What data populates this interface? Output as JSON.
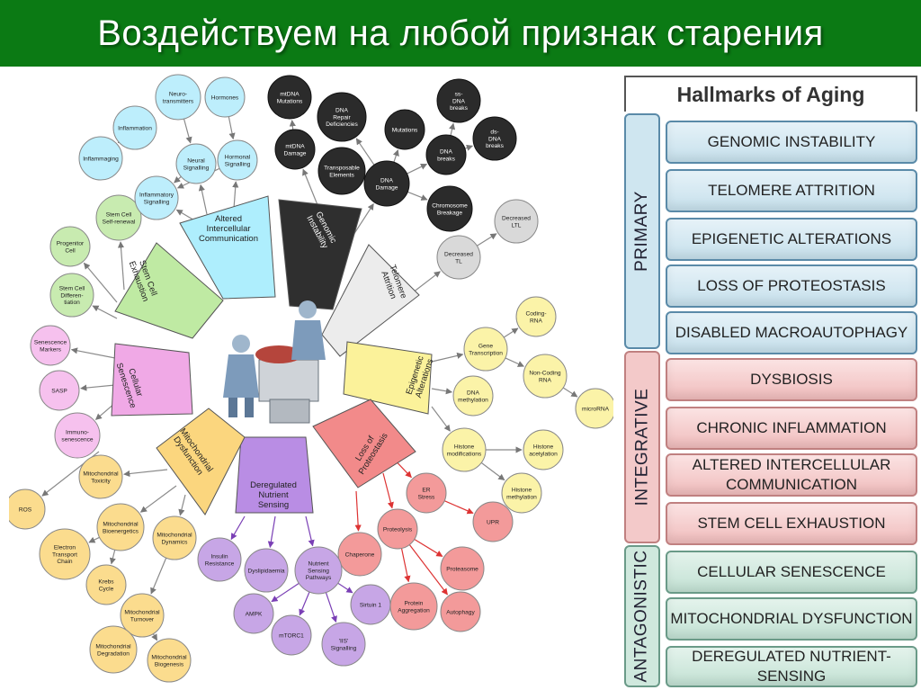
{
  "title": "Воздействуем на любой признак старения",
  "diagram": {
    "segments": [
      {
        "id": "genomic",
        "label": [
          "Genomic",
          "Instability"
        ]
      },
      {
        "id": "telomere",
        "label": [
          "Telomere",
          "Attrition"
        ]
      },
      {
        "id": "epigenetic",
        "label": [
          "Epigenetic",
          "Alterations"
        ]
      },
      {
        "id": "proteostasis",
        "label": [
          "Loss of",
          "Proteostasis"
        ]
      },
      {
        "id": "nutrient",
        "label": [
          "Deregulated",
          "Nutrient",
          "Sensing"
        ]
      },
      {
        "id": "mito",
        "label": [
          "Mitochondrial",
          "Dysfunction"
        ]
      },
      {
        "id": "senescence",
        "label": [
          "Cellular",
          "Senescence"
        ]
      },
      {
        "id": "stemcell",
        "label": [
          "Stem Cell",
          "Exhaustion"
        ]
      },
      {
        "id": "intercellular",
        "label": [
          "Altered",
          "Intercellular",
          "Communication"
        ]
      }
    ],
    "nodes": [
      {
        "label": [
          "mtDNA",
          "Mutations"
        ],
        "color": "#2b2b2b"
      },
      {
        "label": [
          "mtDNA",
          "Damage"
        ],
        "color": "#2b2b2b"
      },
      {
        "label": [
          "DNA",
          "Repair",
          "Deficiencies"
        ],
        "color": "#2b2b2b"
      },
      {
        "label": [
          "Mutations"
        ],
        "color": "#2b2b2b"
      },
      {
        "label": [
          "ss-",
          "DNA",
          "breaks"
        ],
        "color": "#2b2b2b"
      },
      {
        "label": [
          "ds-",
          "DNA",
          "breaks"
        ],
        "color": "#2b2b2b"
      },
      {
        "label": [
          "DNA",
          "breaks"
        ],
        "color": "#2b2b2b"
      },
      {
        "label": [
          "Transposable",
          "Elements"
        ],
        "color": "#2b2b2b"
      },
      {
        "label": [
          "DNA",
          "Damage"
        ],
        "color": "#2b2b2b"
      },
      {
        "label": [
          "Chromosome",
          "Breakage"
        ],
        "color": "#2b2b2b"
      },
      {
        "label": [
          "Decreased",
          "LTL"
        ],
        "color": "#d9d9d9"
      },
      {
        "label": [
          "Decreased",
          "TL"
        ],
        "color": "#d9d9d9"
      },
      {
        "label": [
          "Coding-",
          "RNA"
        ],
        "color": "#fbf3a8"
      },
      {
        "label": [
          "Gene",
          "Transcription"
        ],
        "color": "#fbf3a8"
      },
      {
        "label": [
          "Non-Coding",
          "RNA"
        ],
        "color": "#fbf3a8"
      },
      {
        "label": [
          "DNA",
          "methylation"
        ],
        "color": "#fbf3a8"
      },
      {
        "label": [
          "microRNA"
        ],
        "color": "#fbf3a8"
      },
      {
        "label": [
          "Histone",
          "modifications"
        ],
        "color": "#fbf3a8"
      },
      {
        "label": [
          "Histone",
          "acetylation"
        ],
        "color": "#fbf3a8"
      },
      {
        "label": [
          "Histone",
          "methylation"
        ],
        "color": "#fbf3a8"
      },
      {
        "label": [
          "ER",
          "Stress"
        ],
        "color": "#f39a9a"
      },
      {
        "label": [
          "UPR"
        ],
        "color": "#f39a9a"
      },
      {
        "label": [
          "Proteolysis"
        ],
        "color": "#f39a9a"
      },
      {
        "label": [
          "Chaperone"
        ],
        "color": "#f39a9a"
      },
      {
        "label": [
          "Proteasome"
        ],
        "color": "#f39a9a"
      },
      {
        "label": [
          "Protein",
          "Aggregation"
        ],
        "color": "#f39a9a"
      },
      {
        "label": [
          "Autophagy"
        ],
        "color": "#f39a9a"
      },
      {
        "label": [
          "Insulin",
          "Resistance"
        ],
        "color": "#c7a6e6"
      },
      {
        "label": [
          "Dyslipidaemia"
        ],
        "color": "#c7a6e6"
      },
      {
        "label": [
          "Nutrient",
          "Sensing",
          "Pathways"
        ],
        "color": "#c7a6e6"
      },
      {
        "label": [
          "Sirtuin 1"
        ],
        "color": "#c7a6e6"
      },
      {
        "label": [
          "AMPK"
        ],
        "color": "#c7a6e6"
      },
      {
        "label": [
          "mTORC1"
        ],
        "color": "#c7a6e6"
      },
      {
        "label": [
          "'IIS'",
          "Signalling"
        ],
        "color": "#c7a6e6"
      },
      {
        "label": [
          "Mitochondrial",
          "Toxicity"
        ],
        "color": "#fbdc8e"
      },
      {
        "label": [
          "ROS"
        ],
        "color": "#fbdc8e"
      },
      {
        "label": [
          "Mitochondrial",
          "Bioenergetics"
        ],
        "color": "#fbdc8e"
      },
      {
        "label": [
          "Mitochondrial",
          "Dynamics"
        ],
        "color": "#fbdc8e"
      },
      {
        "label": [
          "Electron",
          "Transport",
          "Chain"
        ],
        "color": "#fbdc8e"
      },
      {
        "label": [
          "Krebs",
          "Cycle"
        ],
        "color": "#fbdc8e"
      },
      {
        "label": [
          "Mitochondrial",
          "Turnover"
        ],
        "color": "#fbdc8e"
      },
      {
        "label": [
          "Mitochondrial",
          "Degradation"
        ],
        "color": "#fbdc8e"
      },
      {
        "label": [
          "Mitochondrial",
          "Biogenesis"
        ],
        "color": "#fbdc8e"
      },
      {
        "label": [
          "Senescence",
          "Markers"
        ],
        "color": "#f6c1ee"
      },
      {
        "label": [
          "SASP"
        ],
        "color": "#f6c1ee"
      },
      {
        "label": [
          "Immuno-",
          "senescence"
        ],
        "color": "#f6c1ee"
      },
      {
        "label": [
          "Stem Cell",
          "Self-renewal"
        ],
        "color": "#c8ebb0"
      },
      {
        "label": [
          "Progenitor",
          "Cell"
        ],
        "color": "#c8ebb0"
      },
      {
        "label": [
          "Stem Cell",
          "Differen-",
          "tiation"
        ],
        "color": "#c8ebb0"
      },
      {
        "label": [
          "Inflammation"
        ],
        "color": "#bdeefc"
      },
      {
        "label": [
          "Inflammaging"
        ],
        "color": "#bdeefc"
      },
      {
        "label": [
          "Neuro-",
          "transmitters"
        ],
        "color": "#bdeefc"
      },
      {
        "label": [
          "Hormones"
        ],
        "color": "#bdeefc"
      },
      {
        "label": [
          "Neural",
          "Signalling"
        ],
        "color": "#bdeefc"
      },
      {
        "label": [
          "Hormonal",
          "Signalling"
        ],
        "color": "#bdeefc"
      },
      {
        "label": [
          "Inflammatory",
          "Signalling"
        ],
        "color": "#bdeefc"
      }
    ]
  },
  "hallmarks": {
    "header": "Hallmarks of Aging",
    "groups": {
      "primary": "PRIMARY",
      "integrative": "INTEGRATIVE",
      "antagonistic": "ANTAGONISTIC"
    },
    "items": [
      {
        "label": "GENOMIC INSTABILITY",
        "group": "primary"
      },
      {
        "label": "TELOMERE ATTRITION",
        "group": "primary"
      },
      {
        "label": "EPIGENETIC ALTERATIONS",
        "group": "primary"
      },
      {
        "label": "LOSS OF PROTEOSTASIS",
        "group": "primary"
      },
      {
        "label": "DISABLED MACROAUTOPHAGY",
        "group": "primary"
      },
      {
        "label": "DYSBIOSIS",
        "group": "integrative"
      },
      {
        "label": "CHRONIC INFLAMMATION",
        "group": "integrative"
      },
      {
        "label": "ALTERED INTERCELLULAR COMMUNICATION",
        "group": "integrative"
      },
      {
        "label": "STEM CELL EXHAUSTION",
        "group": "integrative"
      },
      {
        "label": "CELLULAR SENESCENCE",
        "group": "antagonistic"
      },
      {
        "label": "MITOCHONDRIAL DYSFUNCTION",
        "group": "antagonistic"
      },
      {
        "label": "DEREGULATED NUTRIENT-SENSING",
        "group": "antagonistic"
      }
    ]
  }
}
